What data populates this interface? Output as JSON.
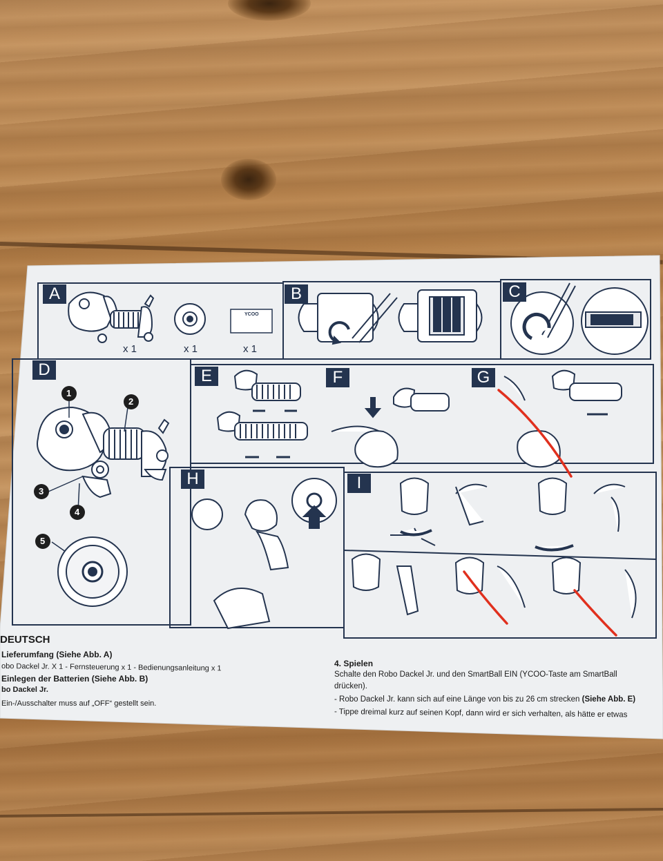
{
  "panels": {
    "a": "A",
    "b": "B",
    "c": "C",
    "d": "D",
    "e": "E",
    "f": "F",
    "g": "G",
    "h": "H",
    "i": "I"
  },
  "contents": {
    "dog_qty": "x 1",
    "remote_qty": "x 1",
    "manual_qty": "x 1",
    "manual_logo": "YCOO"
  },
  "callouts": [
    "1",
    "2",
    "3",
    "4",
    "5"
  ],
  "manual_text": {
    "heading": "DEUTSCH",
    "s1_title": "Lieferumfang (Siehe Abb. A)",
    "s1_body": "obo Dackel Jr. X 1   - Fernsteuerung x 1   - Bedienungsanleitung x 1",
    "s2_title": "Einlegen der Batterien (Siehe Abb. B)",
    "s2_sub": "bo Dackel Jr.",
    "s2_body": "Ein-/Ausschalter muss auf „OFF“ gestellt sein.",
    "s4_title": "4. Spielen",
    "s4_line1": "Schalte den Robo Dackel Jr. und den SmartBall EIN (YCOO-Taste am SmartBall",
    "s4_line2": "drücken).",
    "s4_line3_a": "- Robo Dackel Jr. kann sich auf eine Länge von bis zu 26 cm strecken ",
    "s4_line3_b": "(Siehe Abb. E)",
    "s4_line4": "- Tippe dreimal kurz auf seinen Kopf, dann wird er sich verhalten, als hätte er etwas"
  },
  "colors": {
    "ink": "#24344f",
    "paper": "#eef0f2",
    "annotation": "#e0301e"
  }
}
